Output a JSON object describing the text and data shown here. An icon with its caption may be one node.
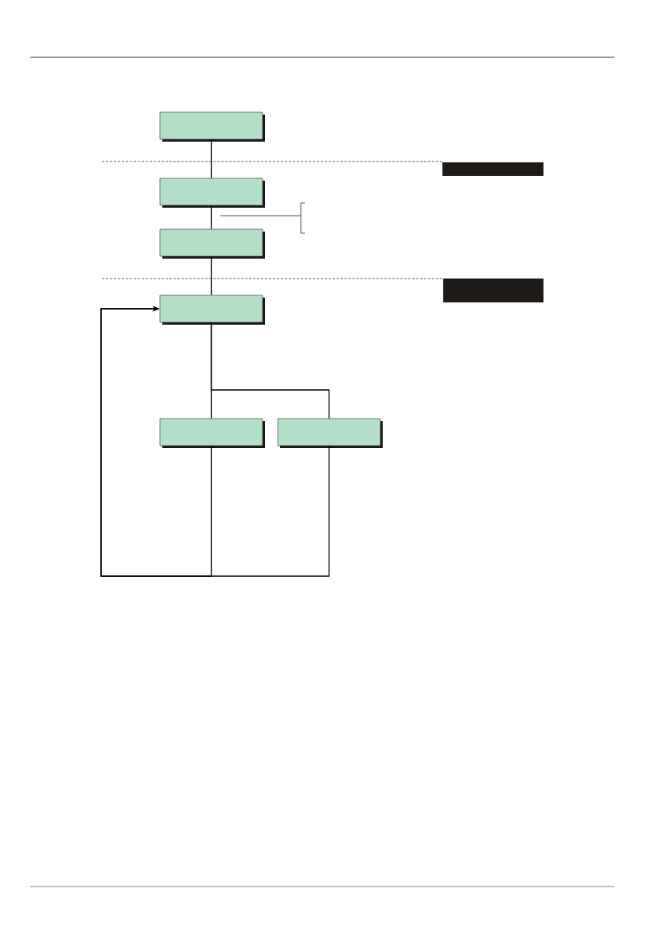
{
  "diagram": {
    "nodes": [
      {
        "text": [],
        "shape": "box"
      },
      {
        "text": [],
        "shape": "bar"
      },
      {
        "text": [],
        "shape": "box"
      },
      {
        "text": [],
        "shape": "box"
      },
      {
        "text": [],
        "shape": "bar"
      },
      {
        "text": [],
        "shape": "box"
      },
      {
        "text": [],
        "shape": "box"
      },
      {
        "text": [],
        "shape": "box"
      }
    ],
    "edges": [
      {
        "from": 0,
        "to": 2,
        "arrow": "none"
      },
      {
        "from": 2,
        "to": 3,
        "arrow": "none"
      },
      {
        "from": 3,
        "to": 5,
        "arrow": "none"
      },
      {
        "from": 5,
        "to": 6,
        "arrow": "none"
      },
      {
        "from": 5,
        "to": 7,
        "arrow": "none"
      },
      {
        "from": 6,
        "to": 5,
        "arrow": "to"
      },
      {
        "from": 7,
        "to": 5,
        "arrow": "to"
      }
    ]
  }
}
